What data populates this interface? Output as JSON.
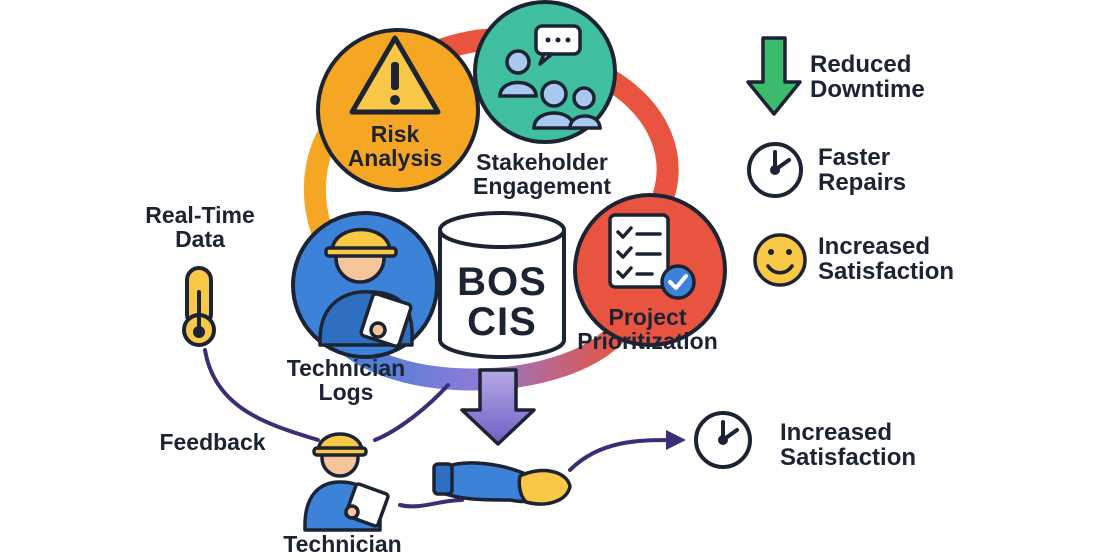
{
  "nodes": {
    "risk_analysis": {
      "line1": "Risk",
      "line2": "Analysis",
      "color": "#f5a623"
    },
    "stakeholder_engagement": {
      "line1": "Stakeholder",
      "line2": "Engagement",
      "color": "#3fbfa0"
    },
    "project_prioritization": {
      "line1": "Project",
      "line2": "Prioritization",
      "color": "#e8543f"
    },
    "technician_logs": {
      "line1": "Technician",
      "line2": "Logs",
      "color": "#3b82d8"
    }
  },
  "center": {
    "line1": "BOS",
    "line2": "CIS"
  },
  "inputs": {
    "real_time_data": {
      "line1": "Real-Time",
      "line2": "Data"
    },
    "feedback": "Feedback",
    "technician": "Technician"
  },
  "outcomes": {
    "reduced_downtime": {
      "line1": "Reduced",
      "line2": "Downtime"
    },
    "faster_repairs": {
      "line1": "Faster",
      "line2": "Repairs"
    },
    "increased_satisfaction": {
      "line1": "Increased",
      "line2": "Satisfaction"
    },
    "bottom_increased_satisfaction": {
      "line1": "Increased",
      "line2": "Satisfaction"
    }
  },
  "icons": [
    "warning-triangle-icon",
    "people-chat-icon",
    "checklist-icon",
    "technician-tablet-icon",
    "database-icon",
    "thermometer-icon",
    "down-arrow-icon",
    "clock-icon",
    "smiley-icon",
    "handshake-icon",
    "technician-clipboard-icon"
  ],
  "colors": {
    "ink": "#1c2333",
    "orange": "#f5a623",
    "teal": "#3fbfa0",
    "red": "#e8543f",
    "blue": "#3b82d8",
    "purple": "#8b7bd8",
    "green": "#3dbb6c",
    "yellow": "#f9c846",
    "connector": "#3a2e78"
  }
}
